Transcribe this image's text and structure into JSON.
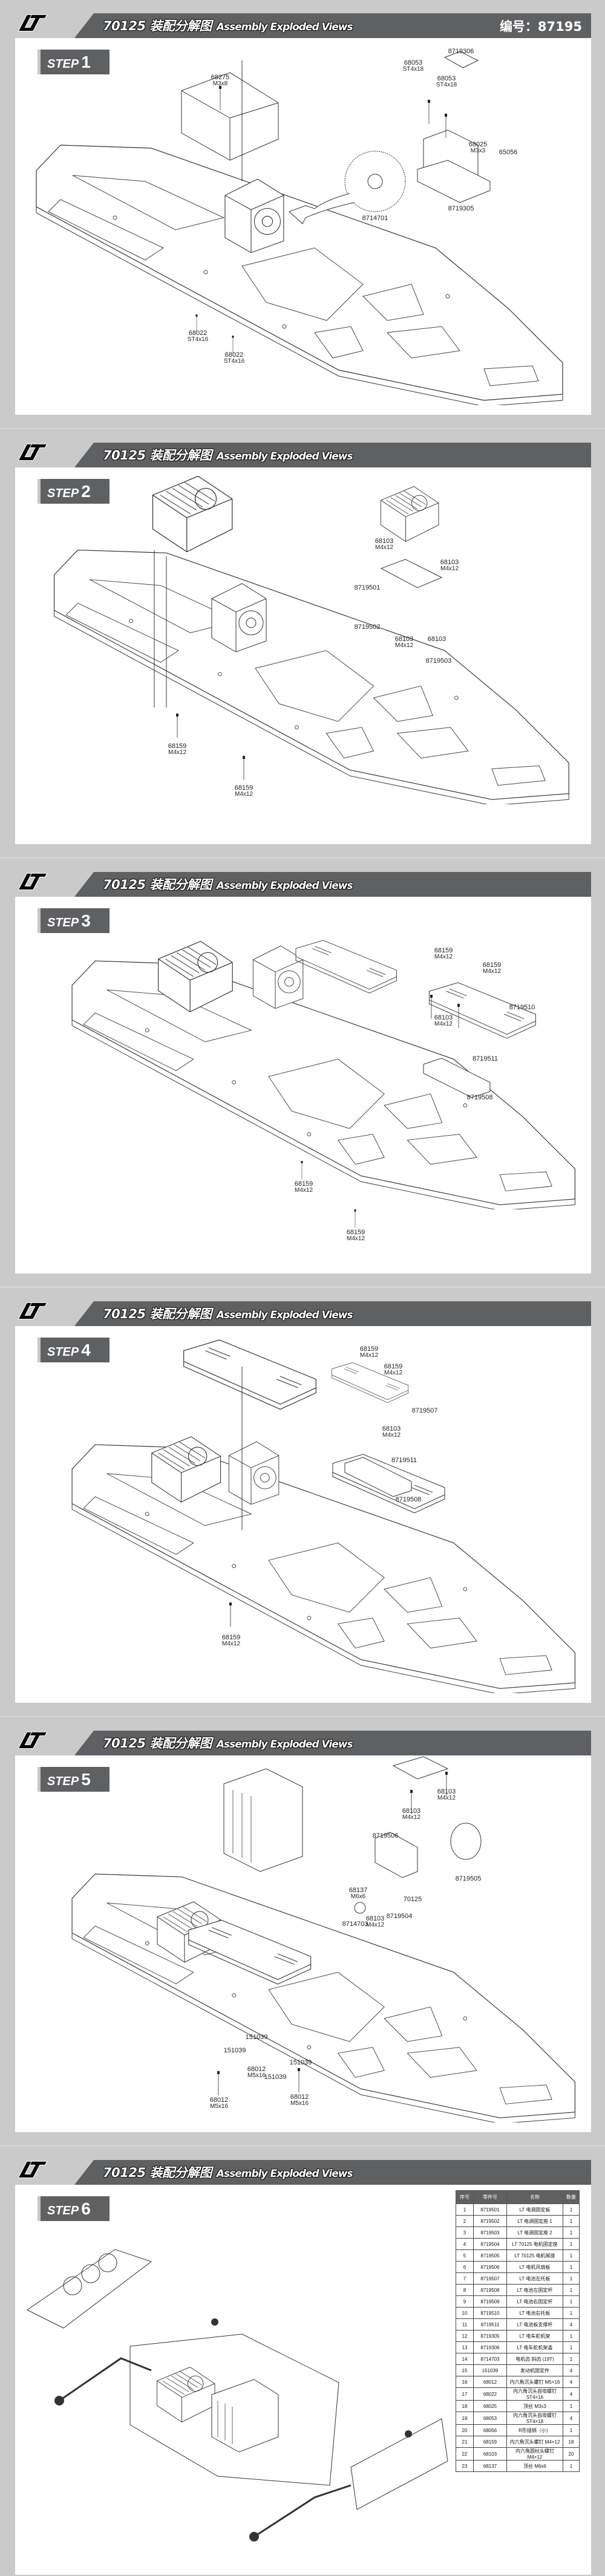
{
  "header": {
    "logo": "LT",
    "title_model": "70125",
    "title_cn": "装配分解图",
    "title_en": "Assembly Exploded Views",
    "doc_number": "编号：87195"
  },
  "colors": {
    "band": "#5f6062",
    "background": "#c9cac9",
    "panel": "#ffffff"
  },
  "steps": [
    {
      "label": "STEP",
      "number": "1",
      "callouts": [
        {
          "code": "68275",
          "spec": "M3x8"
        },
        {
          "code": "68053",
          "spec": "ST4x18"
        },
        {
          "code": "8719306"
        },
        {
          "code": "68053",
          "spec": "ST4x18"
        },
        {
          "code": "68025",
          "spec": "M3x3"
        },
        {
          "code": "65056"
        },
        {
          "code": "8719305"
        },
        {
          "code": "8714701"
        },
        {
          "code": "68022",
          "spec": "ST4x16"
        },
        {
          "code": "68022",
          "spec": "ST4x16"
        }
      ]
    },
    {
      "label": "STEP",
      "number": "2",
      "callouts": [
        {
          "code": "68103",
          "spec": "M4x12"
        },
        {
          "code": "68103",
          "spec": "M4x12"
        },
        {
          "code": "8719501"
        },
        {
          "code": "8719502"
        },
        {
          "code": "68103",
          "spec": "M4x12"
        },
        {
          "code": "68103"
        },
        {
          "code": "8719503"
        },
        {
          "code": "68159",
          "spec": "M4x12"
        },
        {
          "code": "68159",
          "spec": "M4x12"
        }
      ]
    },
    {
      "label": "STEP",
      "number": "3",
      "callouts": [
        {
          "code": "68159",
          "spec": "M4x12"
        },
        {
          "code": "68159",
          "spec": "M4x12"
        },
        {
          "code": "8719510"
        },
        {
          "code": "68103",
          "spec": "M4x12"
        },
        {
          "code": "8719511"
        },
        {
          "code": "8719508"
        },
        {
          "code": "68159",
          "spec": "M4x12"
        },
        {
          "code": "68159",
          "spec": "M4x12"
        }
      ]
    },
    {
      "label": "STEP",
      "number": "4",
      "callouts": [
        {
          "code": "68159",
          "spec": "M4x12"
        },
        {
          "code": "68159",
          "spec": "M4x12"
        },
        {
          "code": "8719507"
        },
        {
          "code": "68103",
          "spec": "M4x12"
        },
        {
          "code": "8719511"
        },
        {
          "code": "8719508"
        },
        {
          "code": "68159",
          "spec": "M4x12"
        }
      ]
    },
    {
      "label": "STEP",
      "number": "5",
      "callouts": [
        {
          "code": "68103",
          "spec": "M4x12"
        },
        {
          "code": "68103",
          "spec": "M4x12"
        },
        {
          "code": "8719506"
        },
        {
          "code": "8719505"
        },
        {
          "code": "70125"
        },
        {
          "code": "68137",
          "spec": "M6x6"
        },
        {
          "code": "8719504"
        },
        {
          "code": "68103",
          "spec": "M4x12"
        },
        {
          "code": "8714703"
        },
        {
          "code": "151039"
        },
        {
          "code": "151039"
        },
        {
          "code": "151039"
        },
        {
          "code": "68012",
          "spec": "M5x16"
        },
        {
          "code": "151039"
        },
        {
          "code": "68012",
          "spec": "M5x16"
        },
        {
          "code": "68012",
          "spec": "M5x16"
        }
      ]
    },
    {
      "label": "STEP",
      "number": "6",
      "callouts": []
    }
  ],
  "parts_table": {
    "headers": [
      "序号",
      "零件号",
      "名称",
      "数量"
    ],
    "rows": [
      [
        "1",
        "8719501",
        "LT 电调固定板",
        "1"
      ],
      [
        "2",
        "8719502",
        "LT 电调固定座 1",
        "1"
      ],
      [
        "3",
        "8719503",
        "LT 电调固定座 2",
        "1"
      ],
      [
        "4",
        "8719504",
        "LT 70125 电机固定座",
        "1"
      ],
      [
        "5",
        "8719505",
        "LT 70125 电机尾座",
        "1"
      ],
      [
        "6",
        "8719506",
        "LT 电机风扇板",
        "1"
      ],
      [
        "7",
        "8719507",
        "LT 电池左托板",
        "1"
      ],
      [
        "8",
        "8719508",
        "LT 电池左固定杆",
        "1"
      ],
      [
        "9",
        "8719509",
        "LT 电池右固定杆",
        "1"
      ],
      [
        "10",
        "8719510",
        "LT 电池右托板",
        "1"
      ],
      [
        "11",
        "8719511",
        "LT 电池板支撑杆",
        "4"
      ],
      [
        "12",
        "8719305",
        "LT 电车舵机架",
        "1"
      ],
      [
        "13",
        "8719306",
        "LT 电车舵机架盖",
        "1"
      ],
      [
        "14",
        "8714703",
        "电机齿 斜齿 (19T)",
        "1"
      ],
      [
        "15",
        "151039",
        "发动机固定件",
        "4"
      ],
      [
        "16",
        "68012",
        "内六角沉头螺钉 M5×16",
        "4"
      ],
      [
        "17",
        "68022",
        "内六角沉头自攻螺钉 ST4×16",
        "4"
      ],
      [
        "18",
        "68025",
        "顶丝 M3x3",
        "1"
      ],
      [
        "19",
        "68053",
        "内六角沉头自攻螺钉 ST4×18",
        "4"
      ],
      [
        "20",
        "68056",
        "R形插销（小）",
        "1"
      ],
      [
        "21",
        "68159",
        "内六角沉头螺钉 M4×12",
        "18"
      ],
      [
        "22",
        "68103",
        "内六角圆柱头螺钉 M4×12",
        "20"
      ],
      [
        "23",
        "68137",
        "顶丝 M6x6",
        "1"
      ]
    ]
  }
}
